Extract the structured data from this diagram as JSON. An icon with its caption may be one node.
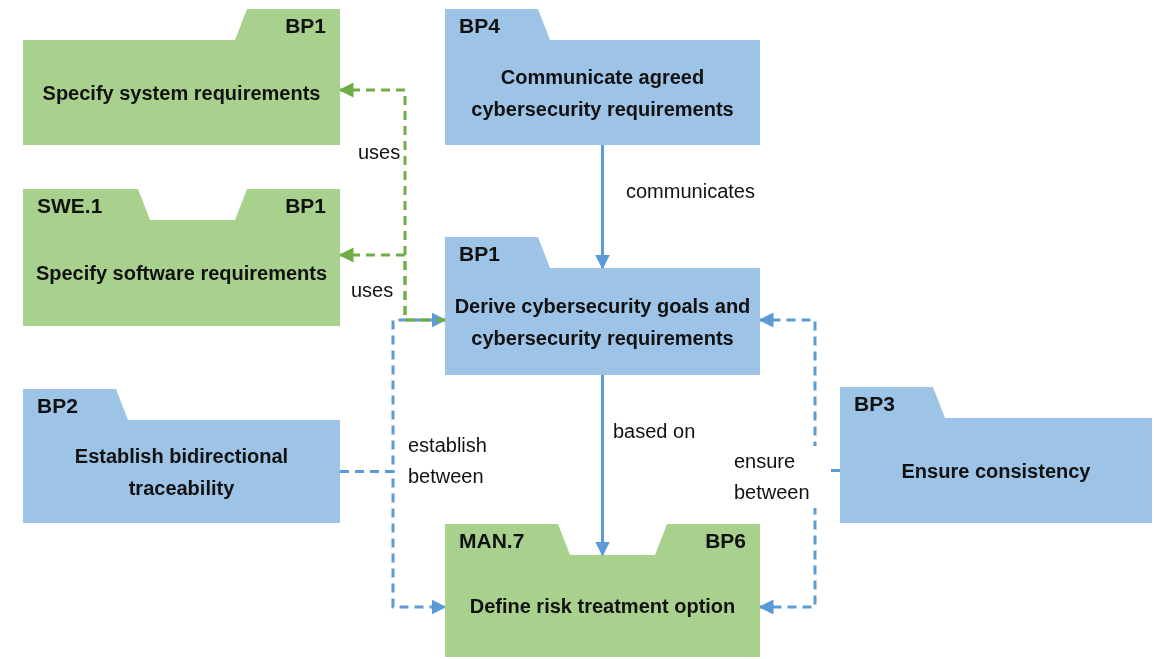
{
  "diagram": {
    "nodes": [
      {
        "text": [
          "BP1",
          "Specify system requirements"
        ]
      },
      {
        "text": [
          "SWE.1",
          "BP1",
          "Specify software requirements"
        ]
      },
      {
        "text": [
          "BP2",
          "Establish bidirectional traceability"
        ]
      },
      {
        "text": [
          "BP4",
          "Communicate agreed cybersecurity requirements"
        ]
      },
      {
        "text": [
          "BP1",
          "Derive cybersecurity goals and cybersecurity requirements"
        ]
      },
      {
        "text": [
          "BP3",
          "Ensure consistency"
        ]
      },
      {
        "text": [
          "MAN.7",
          "BP6",
          "Define risk treatment option"
        ]
      }
    ],
    "edges": [
      {
        "from": 3,
        "to": 4,
        "arrow": "to",
        "label": "communicates"
      },
      {
        "from": 4,
        "to": 6,
        "arrow": "to",
        "label": "based on"
      },
      {
        "from": 4,
        "to": 0,
        "arrow": "to",
        "label": "uses",
        "style": "dashed",
        "color": "#70ad47"
      },
      {
        "from": 4,
        "to": 1,
        "arrow": "to",
        "label": "uses",
        "style": "dashed",
        "color": "#70ad47"
      },
      {
        "from": 2,
        "to": 4,
        "arrow": "to",
        "style": "dashed"
      },
      {
        "from": 2,
        "to": 6,
        "arrow": "to",
        "label": "establish between",
        "style": "dashed"
      },
      {
        "from": 5,
        "to": 4,
        "arrow": "to",
        "style": "dashed"
      },
      {
        "from": 5,
        "to": 6,
        "arrow": "to",
        "label": "ensure between",
        "style": "dashed"
      }
    ]
  }
}
